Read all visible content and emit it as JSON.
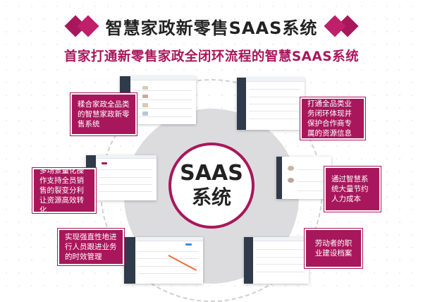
{
  "header": {
    "title": "智慧家政新零售SAAS系统",
    "subtitle": "首家打通新零售家政全闭环流程的智慧SAAS系统"
  },
  "center": {
    "line1": "SAAS",
    "line2": "系统"
  },
  "callouts": {
    "top_left": "糅合家政全品类的智慧家政新零售系统",
    "top_right": "打通全品类业务闭环体现并保护合作商专属的资源信息",
    "mid_left": "多场景量化操作支持全员销售的裂变分利让资源高效转化",
    "mid_right": "通过智慧系统大量节约人力成本",
    "bottom_left": "实现强直性地进行人员跟进业务的时效管理",
    "bottom_right": "劳动者的职业建设档案"
  },
  "colors": {
    "brand": "#a8175b",
    "ring": "#dcdcdf"
  }
}
